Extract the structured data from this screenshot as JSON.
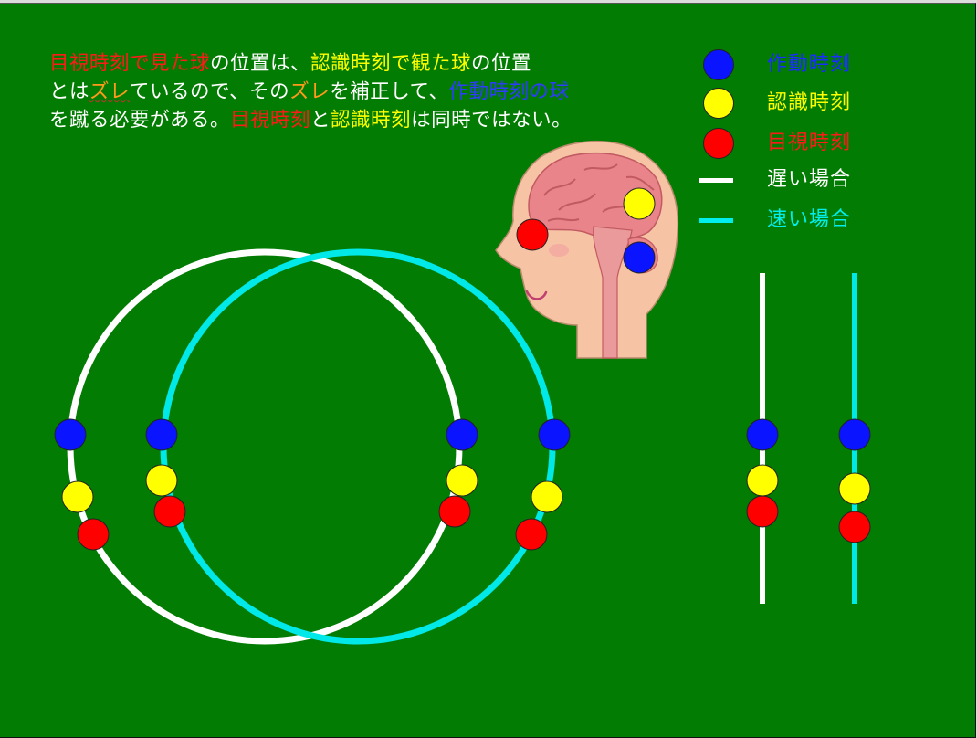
{
  "colors": {
    "background": "#037c03",
    "actuation_blue": "#0a14ff",
    "recognition_yellow": "#ffff00",
    "visual_red": "#ff0000",
    "slow_white": "#ffffff",
    "fast_cyan": "#00e8e8"
  },
  "explanation": {
    "segments": [
      {
        "text": "目視時刻で見た球",
        "color": "red"
      },
      {
        "text": "の位置は、",
        "color": "white"
      },
      {
        "text": "認識時刻で観た球",
        "color": "yellow"
      },
      {
        "text": "の位置",
        "color": "white"
      },
      {
        "break": true
      },
      {
        "text": "とは",
        "color": "white"
      },
      {
        "text": "ズレ",
        "color": "orange"
      },
      {
        "text": "ているので、その",
        "color": "white"
      },
      {
        "text": "ズレ",
        "color": "orange"
      },
      {
        "text": "を補正して、",
        "color": "white"
      },
      {
        "text": "作動時刻の球",
        "color": "blue"
      },
      {
        "break": true
      },
      {
        "text": "を蹴る必要がある。",
        "color": "white"
      },
      {
        "text": "目視時刻",
        "color": "red"
      },
      {
        "text": "と",
        "color": "white"
      },
      {
        "text": "認識時刻",
        "color": "yellow"
      },
      {
        "text": "は同時ではない。",
        "color": "white"
      }
    ]
  },
  "legend": {
    "actuation": {
      "label": "作動時刻",
      "label_color": "#1a2cff",
      "marker": "blue-dot"
    },
    "recognition": {
      "label": "認識時刻",
      "label_color": "#ffff00",
      "marker": "yellow-dot"
    },
    "visual": {
      "label": "目視時刻",
      "label_color": "#ff1a1a",
      "marker": "red-dot"
    },
    "slow": {
      "label": "遅い場合",
      "label_color": "#ffffff",
      "marker": "white-line"
    },
    "fast": {
      "label": "速い場合",
      "label_color": "#00eeee",
      "marker": "cyan-line"
    }
  },
  "head_illustration": {
    "icon": "human-head-brain-icon",
    "markers": [
      "red-dot",
      "yellow-dot",
      "blue-dot"
    ]
  },
  "circles": {
    "slow": {
      "case": "slow",
      "color_key": "slow_white"
    },
    "fast": {
      "case": "fast",
      "color_key": "fast_cyan"
    }
  },
  "vertical_lines": {
    "slow": {
      "case": "slow",
      "color_key": "slow_white",
      "markers": [
        "blue-dot",
        "yellow-dot",
        "red-dot"
      ]
    },
    "fast": {
      "case": "fast",
      "color_key": "fast_cyan",
      "markers": [
        "blue-dot",
        "yellow-dot",
        "red-dot"
      ]
    }
  }
}
